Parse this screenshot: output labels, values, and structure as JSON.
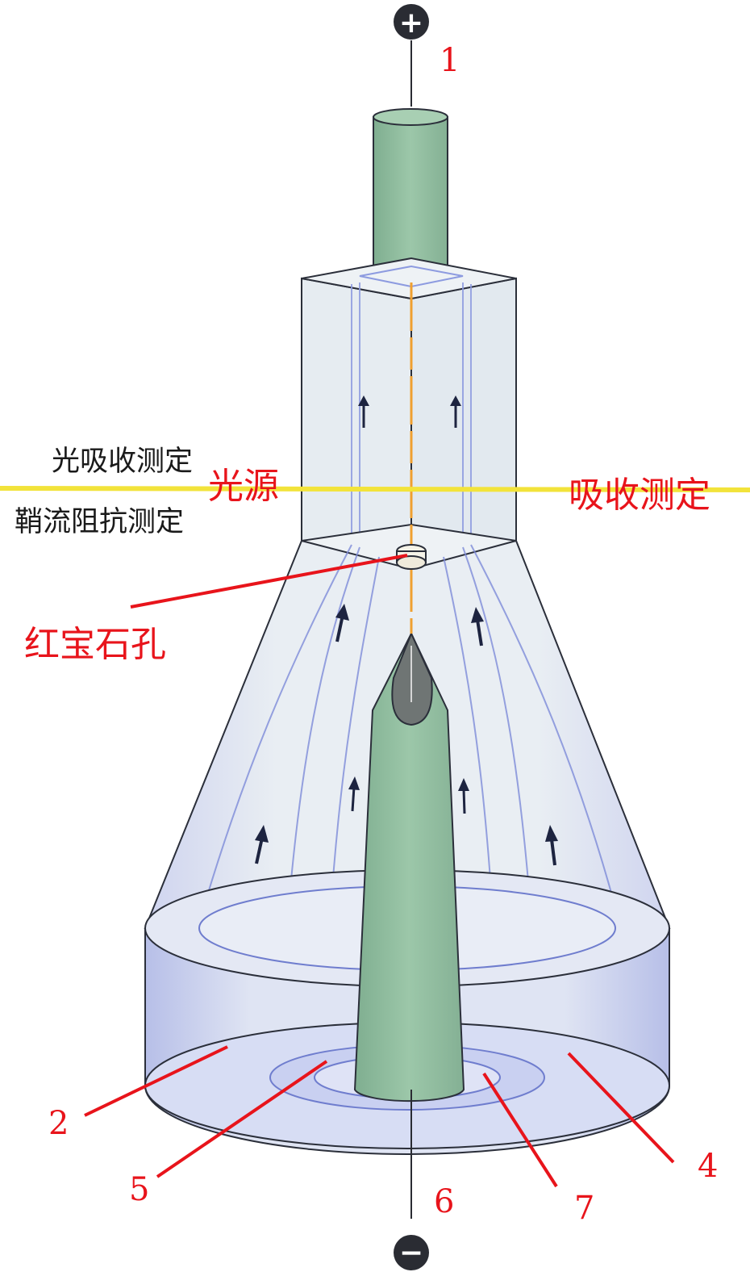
{
  "electrodes": {
    "positive_symbol": "+",
    "negative_symbol": "−"
  },
  "labels": {
    "top_number": "1",
    "light_absorption": "光吸收测定",
    "sheath_impedance": "鞘流阻抗测定",
    "light_source": "光源",
    "absorption_measure": "吸收测定",
    "ruby_aperture": "红宝石孔",
    "n2": "2",
    "n4": "4",
    "n5": "5",
    "n6": "6",
    "n7": "7"
  },
  "colors": {
    "label_red": "#e8141b",
    "light_beam": "#f2e33a",
    "electrode_green": "#93bfa2",
    "chamber_fill": "#e3ebf2",
    "chamber_edge": "#2b2f3a",
    "flow_blue": "#b9c3ec"
  }
}
